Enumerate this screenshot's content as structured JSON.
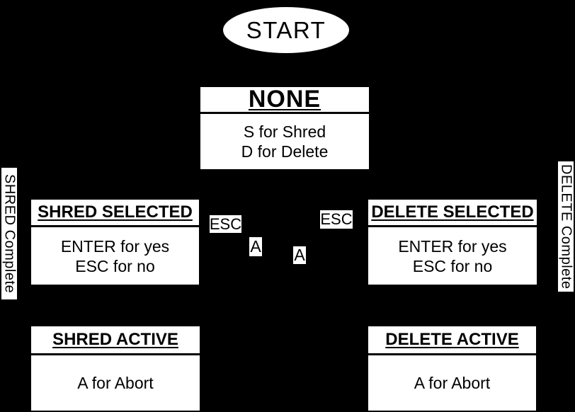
{
  "colors": {
    "background": "#000000",
    "node_fill": "#ffffff",
    "node_text": "#000000"
  },
  "start_node": {
    "label": "START"
  },
  "states": [
    {
      "id": "none",
      "title": "NONE",
      "body_lines": [
        "S for Shred",
        "D for Delete"
      ]
    },
    {
      "id": "shred-selected",
      "title": "SHRED SELECTED",
      "body_lines": [
        "ENTER for yes",
        "ESC for no"
      ]
    },
    {
      "id": "delete-selected",
      "title": "DELETE SELECTED",
      "body_lines": [
        "ENTER for yes",
        "ESC for no"
      ]
    },
    {
      "id": "shred-active",
      "title": "SHRED ACTIVE",
      "body_lines": [
        "A for Abort"
      ]
    },
    {
      "id": "delete-active",
      "title": "DELETE ACTIVE",
      "body_lines": [
        "A for Abort"
      ]
    }
  ],
  "edge_labels": {
    "esc_left": "ESC",
    "esc_right": "ESC",
    "abort_left": "A",
    "abort_right": "A",
    "shred_complete": "SHRED Complete",
    "delete_complete": "DELETE Complete"
  }
}
